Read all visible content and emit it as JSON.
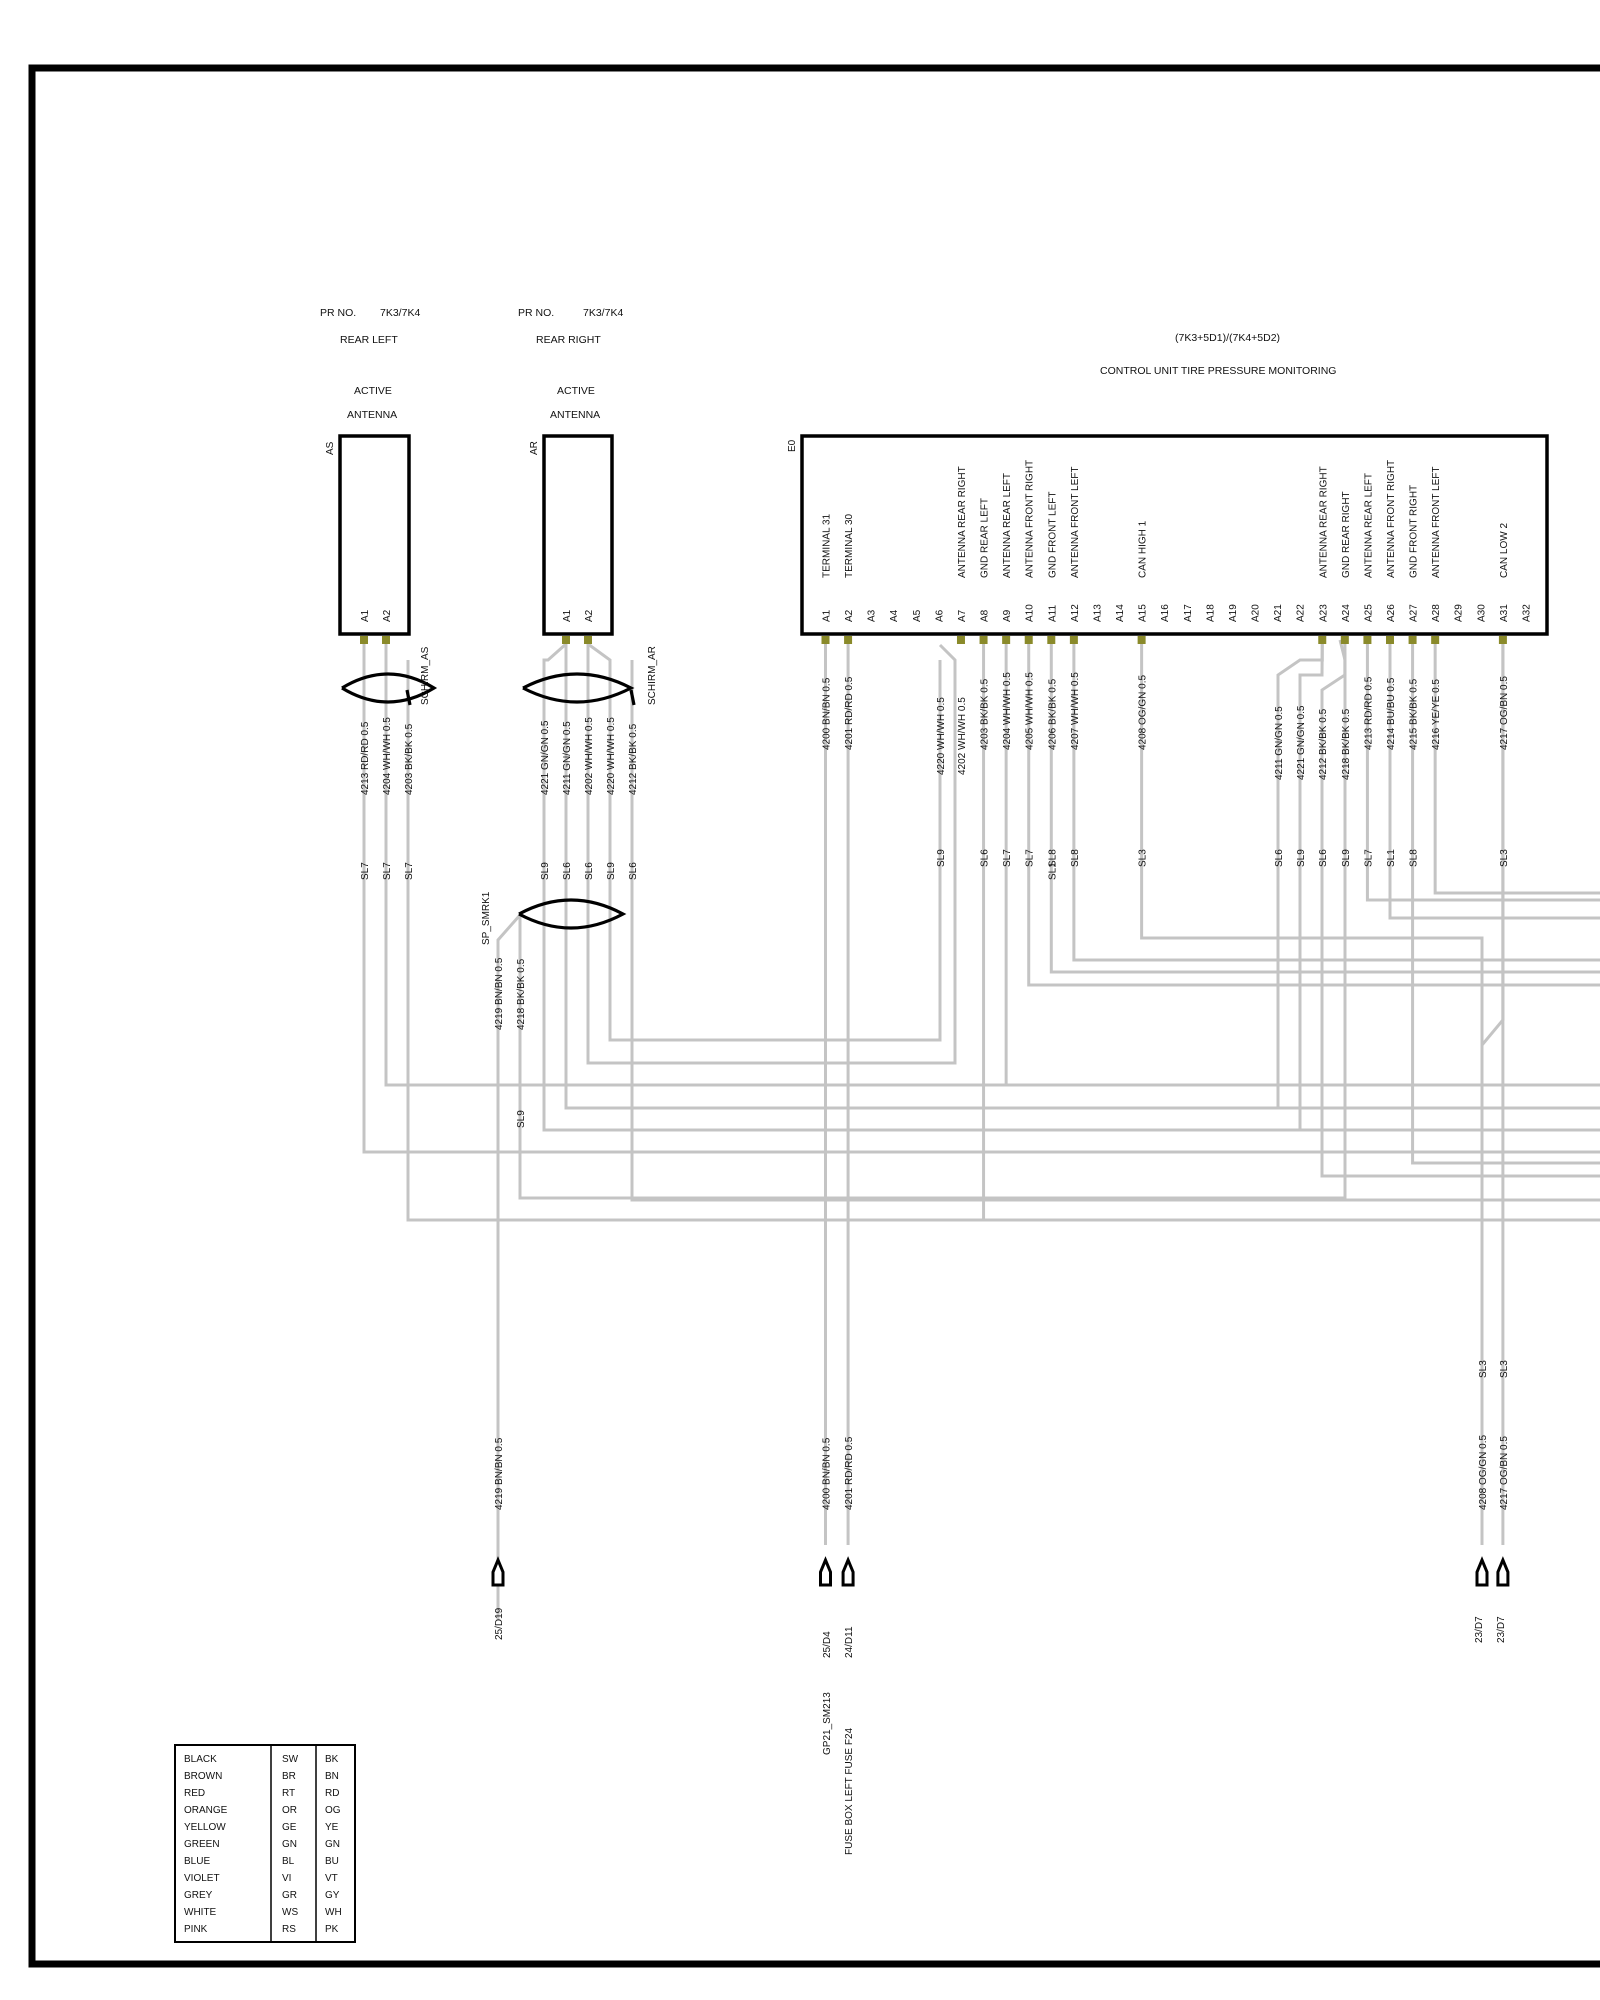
{
  "header_labels": {
    "as_pr_no": "PR NO.",
    "as_pr_val": "7K3/7K4",
    "as_loc": "REAR LEFT",
    "as_type1": "ACTIVE",
    "as_type2": "ANTENNA",
    "as_id": "AS",
    "ar_pr_no": "PR NO.",
    "ar_pr_val": "7K3/7K4",
    "ar_loc": "REAR RIGHT",
    "ar_type1": "ACTIVE",
    "ar_type2": "ANTENNA",
    "ar_id": "AR",
    "cu_code": "(7K3+5D1)/(7K4+5D2)",
    "cu_title": "CONTROL UNIT  TIRE PRESSURE MONITORING",
    "cu_id": "E0",
    "schirm_as": "SCHIRM_AS",
    "schirm_ar": "SCHIRM_AR",
    "sp_smrk": "SP_SMRK1"
  },
  "as_pins": [
    "A1",
    "A2"
  ],
  "ar_pins": [
    "A1",
    "A2"
  ],
  "cu_pins": [
    "A1",
    "A2",
    "A3",
    "A4",
    "A5",
    "A6",
    "A7",
    "A8",
    "A9",
    "A10",
    "A11",
    "A12",
    "A13",
    "A14",
    "A15",
    "A16",
    "A17",
    "A18",
    "A19",
    "A20",
    "A21",
    "A22",
    "A23",
    "A24",
    "A25",
    "A26",
    "A27",
    "A28",
    "A29",
    "A30",
    "A31",
    "A32"
  ],
  "cu_funcs": {
    "A1": "TERMINAL 31",
    "A2": "TERMINAL 30",
    "A7": "ANTENNA   REAR RIGHT",
    "A8": "GND   REAR LEFT",
    "A9": "ANTENNA   REAR LEFT",
    "A10": "ANTENNA   FRONT RIGHT",
    "A11": "GND   FRONT LEFT",
    "A12": "ANTENNA   FRONT LEFT",
    "A15": "CAN HIGH      1",
    "A23": "ANTENNA   REAR RIGHT",
    "A24": "GND   REAR RIGHT",
    "A25": "ANTENNA   REAR LEFT",
    "A26": "ANTENNA   FRONT RIGHT",
    "A27": "GND   FRONT RIGHT",
    "A28": "ANTENNA   FRONT LEFT",
    "A31": "CAN LOW      2"
  },
  "wire_labels": {
    "as1": "4213 RD/RD 0.5",
    "as2": "4204 WH/WH 0.5",
    "as3": "4203 BK/BK 0.5",
    "ar1": "4221 GN/GN 0.5",
    "ar2": "4211 GN/GN 0.5",
    "ar3": "4202 WH/WH 0.5",
    "ar4": "4220 WH/WH 0.5",
    "ar5": "4212 BK/BK 0.5",
    "cu1": "4200 BN/BN 0.5",
    "cu2": "4201 RD/RD 0.5",
    "cu7a": "4220 WH/WH 0.5",
    "cu7b": "4202 WH/WH 0.5",
    "cu8": "4203 BK/BK 0.5",
    "cu9": "4204 WH/WH 0.5",
    "cu10": "4205 WH/WH 0.5",
    "cu11": "4206 BK/BK 0.5",
    "cu12": "4207 WH/WH 0.5",
    "cu15": "4208 OG/GN 0.5",
    "cu23a": "4211 GN/GN 0.5",
    "cu23b": "4221 GN/GN 0.5",
    "cu24a": "4212 BK/BK 0.5",
    "cu24b": "4218 BK/BK 0.5",
    "cu25": "4213 RD/RD 0.5",
    "cu26": "4214 BU/BU 0.5",
    "cu27": "4215 BK/BK 0.5",
    "cu28": "4216 YE/YE 0.5",
    "cu31": "4217 OG/BN 0.5",
    "sp1": "4219 BN/BN 0.5",
    "sp2": "4218 BK/BK 0.5",
    "bot_sp": "4219 BN/BN 0.5",
    "bot1": "4200 BN/BN 0.5",
    "bot2": "4201 RD/RD 0.5",
    "bot3": "4208 OG/GN 0.5",
    "bot4": "4217 OG/BN 0.5"
  },
  "sl_labels": {
    "as1": "SL7",
    "as2": "SL7",
    "as3": "SL7",
    "ar1": "SL9",
    "ar2": "SL6",
    "ar3": "SL6",
    "ar4": "SL9",
    "ar5": "SL6",
    "cu7a": "SL9",
    "cu8": "SL6",
    "cu9": "SL7",
    "cu10": "SL7",
    "cu11": "SL1",
    "cu12a": "SL8",
    "cu12": "SL8",
    "cu15": "SL3",
    "cu23a": "SL6",
    "cu23b": "SL9",
    "cu24a": "SL6",
    "cu24b": "SL9",
    "cu25": "SL7",
    "cu26": "SL1",
    "cu27": "SL8",
    "cu31": "SL3",
    "sp": "SL9",
    "low1": "SL3",
    "low2": "SL3"
  },
  "destinations": {
    "sp": "25/D19",
    "cu1": "25/D4",
    "cu2": "24/D11",
    "can1": "23/D7",
    "can2": "23/D7",
    "gp": "GP21_SM213",
    "fuse": "FUSE BOX   LEFT   FUSE F24"
  },
  "legend": [
    {
      "name": "BLACK",
      "de": "SW",
      "en": "BK"
    },
    {
      "name": "BROWN",
      "de": "BR",
      "en": "BN"
    },
    {
      "name": "RED",
      "de": "RT",
      "en": "RD"
    },
    {
      "name": "ORANGE",
      "de": "OR",
      "en": "OG"
    },
    {
      "name": "YELLOW",
      "de": "GE",
      "en": "YE"
    },
    {
      "name": "GREEN",
      "de": "GN",
      "en": "GN"
    },
    {
      "name": "BLUE",
      "de": "BL",
      "en": "BU"
    },
    {
      "name": "VIOLET",
      "de": "VI",
      "en": "VT"
    },
    {
      "name": "GREY",
      "de": "GR",
      "en": "GY"
    },
    {
      "name": "WHITE",
      "de": "WS",
      "en": "WH"
    },
    {
      "name": "PINK",
      "de": "RS",
      "en": "PK"
    }
  ]
}
